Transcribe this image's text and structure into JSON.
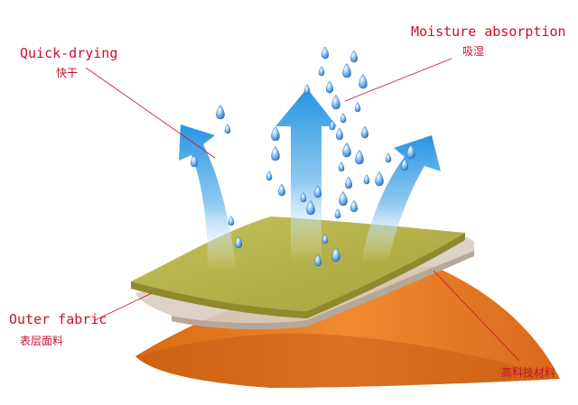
{
  "labels": {
    "quick_drying_en": "Quick-drying",
    "quick_drying_zh": "快干",
    "moisture_en": "Moisture absorption",
    "moisture_zh": "吸湿",
    "outer_en": "Outer fabric",
    "outer_zh": "表层面料",
    "tech_zh": "高科技材料"
  },
  "colors": {
    "label": "#c8102e",
    "leader": "#c8102e",
    "arrow_top": "#1a8fe0",
    "arrow_bottom": "#e8f4fc",
    "top_layer": "#b5b24a",
    "top_layer_edge": "#8f8a2c",
    "membrane": "#d9cfc6",
    "base_layer": "#e0751e",
    "droplet": "#3c8fd8"
  }
}
